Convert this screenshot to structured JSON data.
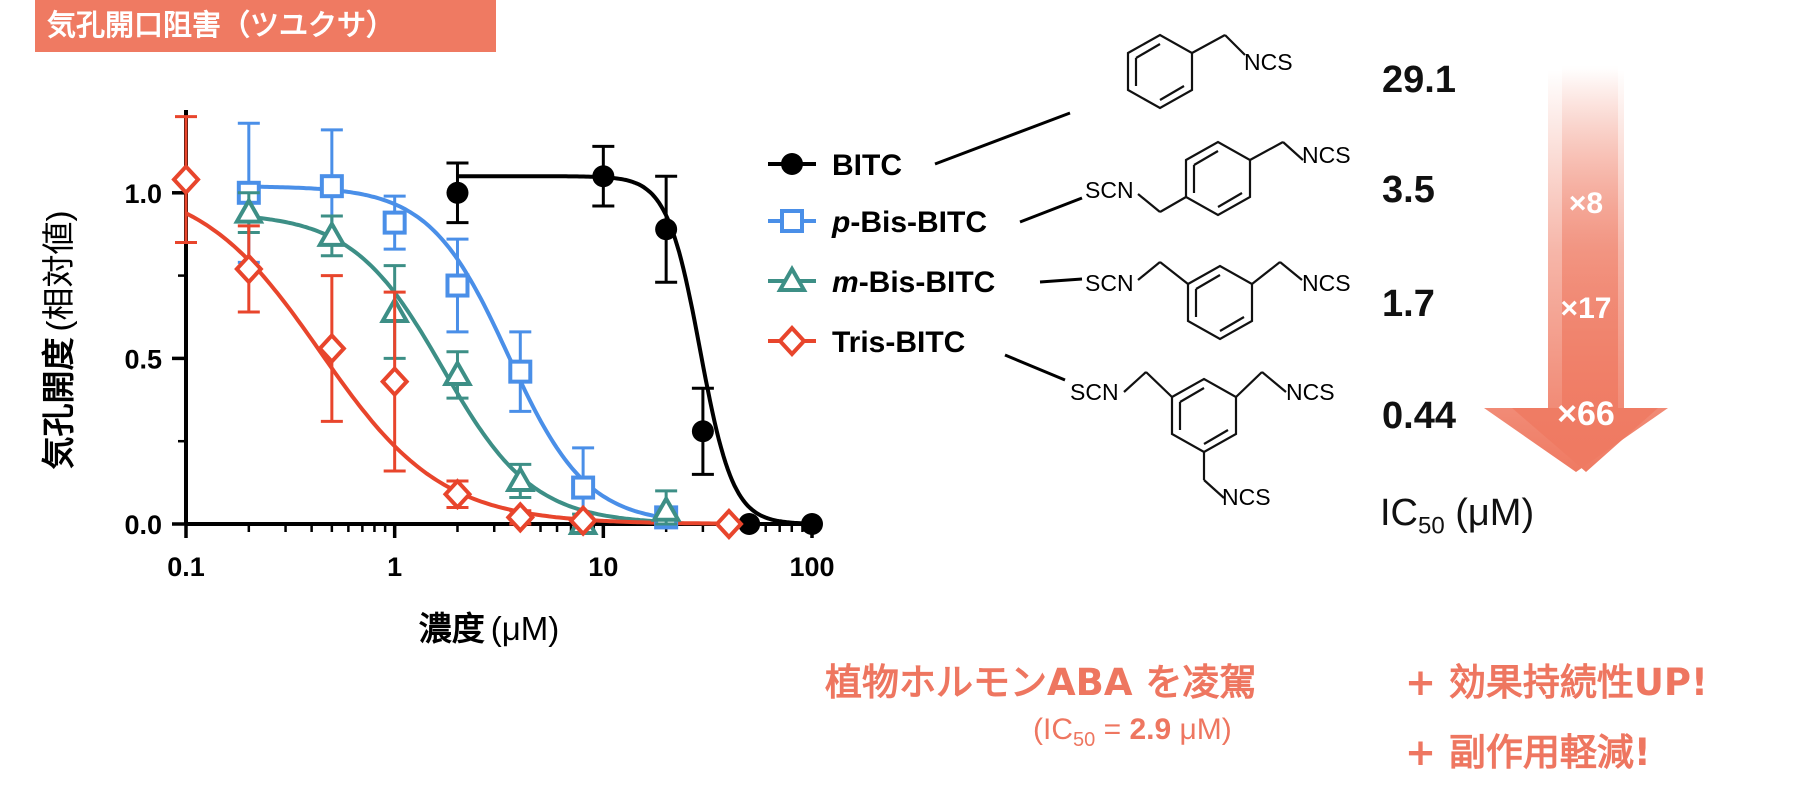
{
  "banner": "気孔開口阻害（ツユクサ）",
  "chart_data": {
    "type": "scatter",
    "xscale": "log",
    "xlim": [
      0.1,
      100
    ],
    "ylim": [
      0,
      1.25
    ],
    "xlabel_bold": "濃度",
    "xlabel_unit": "(μM)",
    "ylabel_bold": "気孔開度",
    "ylabel_unit": "(相対値)",
    "xticks": [
      "0.1",
      "1",
      "10",
      "100"
    ],
    "yticks": [
      "0.0",
      "0.5",
      "1.0"
    ],
    "series": [
      {
        "name": "BITC",
        "italic_prefix": "",
        "marker": "circle",
        "color": "#000000",
        "x": [
          2,
          10,
          20,
          30,
          50,
          100
        ],
        "y": [
          1.0,
          1.05,
          0.89,
          0.28,
          0.0,
          0.0
        ],
        "err": [
          0.09,
          0.09,
          0.16,
          0.13,
          0,
          0
        ],
        "ic50": 29.1,
        "hill": 5.5
      },
      {
        "name": "-Bis-BITC",
        "italic_prefix": "p",
        "marker": "square",
        "color": "#4a8fe8",
        "x": [
          0.2,
          0.5,
          1,
          2,
          4,
          8,
          20
        ],
        "y": [
          1.0,
          1.02,
          0.91,
          0.72,
          0.46,
          0.11,
          0.02
        ],
        "err": [
          0.21,
          0.17,
          0.08,
          0.14,
          0.12,
          0.12,
          0.03
        ],
        "ic50": 3.5,
        "hill": 2.3
      },
      {
        "name": "-Bis-BITC",
        "italic_prefix": "m",
        "marker": "triangle",
        "color": "#3d8f86",
        "x": [
          0.2,
          0.5,
          1,
          2,
          4,
          8,
          20
        ],
        "y": [
          0.94,
          0.87,
          0.64,
          0.45,
          0.13,
          0.0,
          0.04
        ],
        "err": [
          0.06,
          0.06,
          0.14,
          0.07,
          0.05,
          0.03,
          0.06
        ],
        "ic50": 1.7,
        "hill": 2.0
      },
      {
        "name": "Tris-BITC",
        "italic_prefix": "",
        "marker": "diamond",
        "color": "#e8452c",
        "x": [
          0.1,
          0.2,
          0.5,
          1,
          2,
          4,
          8,
          40
        ],
        "y": [
          1.04,
          0.77,
          0.53,
          0.43,
          0.09,
          0.02,
          0.01,
          0.0
        ],
        "err": [
          0.19,
          0.13,
          0.22,
          0.27,
          0.04,
          0.02,
          0.01,
          0.0
        ],
        "ic50": 0.44,
        "hill": 1.5
      }
    ]
  },
  "structures": {
    "bitc_ncs": "NCS",
    "pbis_scn": "SCN",
    "pbis_ncs": "NCS",
    "mbis_scn": "SCN",
    "mbis_ncs": "NCS",
    "tris_scn": "SCN",
    "tris_ncs1": "NCS",
    "tris_ncs2": "NCS"
  },
  "ic50_values": [
    "29.1",
    "3.5",
    "1.7",
    "0.44"
  ],
  "ic50_label": "IC",
  "ic50_sub": "50",
  "ic50_unit": " (μM)",
  "fold": [
    "×8",
    "×17",
    "×66"
  ],
  "arrow_color": "#ef7a62",
  "note": {
    "main": "植物ホルモンABA を凌駕",
    "sub_prefix": "(IC",
    "sub_sub": "50",
    "sub_mid": " = ",
    "sub_value": "2.9",
    "sub_unit": " μM)",
    "bonus1": "+ 効果持続性UP!",
    "bonus2": "+ 副作用軽減!"
  }
}
